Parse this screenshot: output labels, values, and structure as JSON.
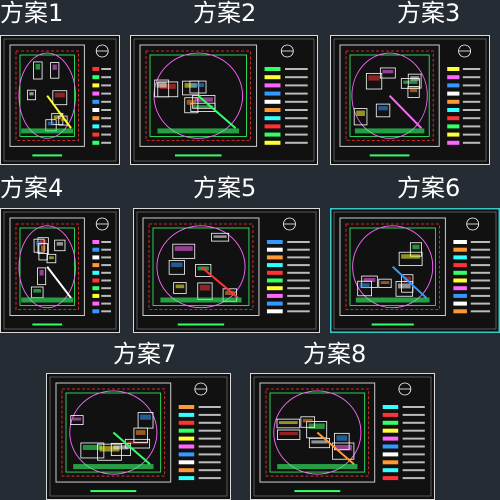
{
  "plans": [
    {
      "label": "方案1",
      "accent": "#ffff33"
    },
    {
      "label": "方案2",
      "accent": "#33ff66"
    },
    {
      "label": "方案3",
      "accent": "#ff66ff"
    },
    {
      "label": "方案4",
      "accent": "#ffffff"
    },
    {
      "label": "方案5",
      "accent": "#ff3333"
    },
    {
      "label": "方案6",
      "accent": "#3399ff"
    },
    {
      "label": "方案7",
      "accent": "#33ff66"
    },
    {
      "label": "方案8",
      "accent": "#ff9933"
    }
  ],
  "colors": {
    "background": "#252c34",
    "sheet": "#111111",
    "frame": "#d9d9d9",
    "selected_frame": "#37c8c8"
  },
  "selected_index": 5
}
